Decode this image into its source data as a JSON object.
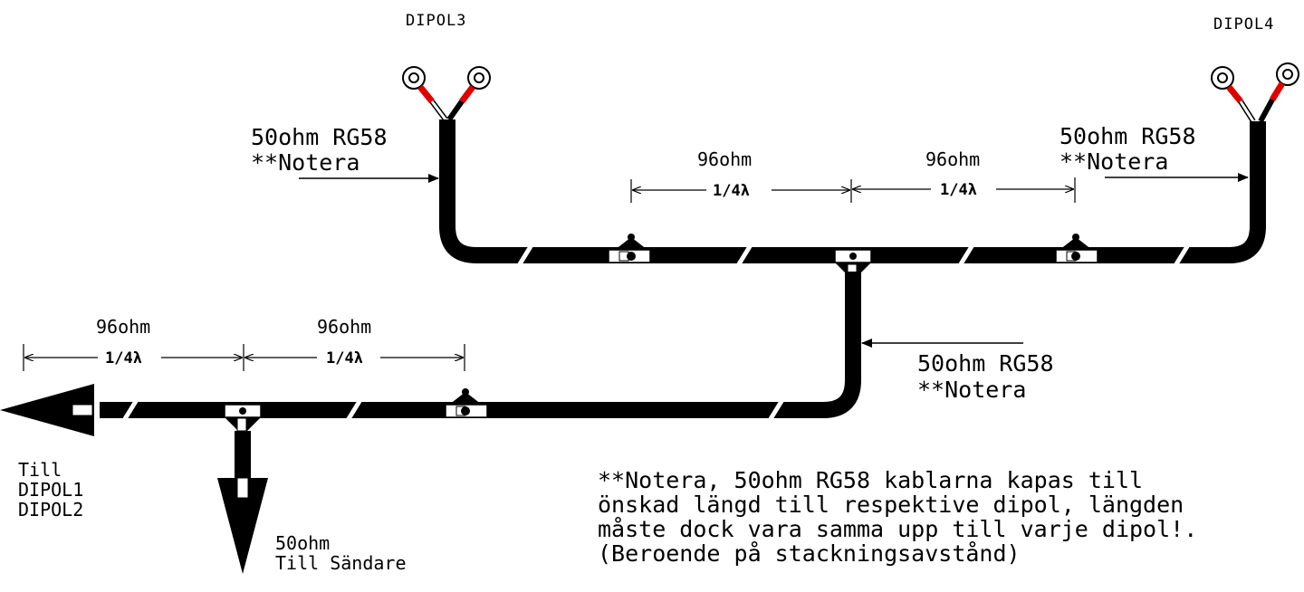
{
  "dipoles": {
    "top_left": "DIPOL3",
    "top_right": "DIPOL4"
  },
  "cable_labels": {
    "left": {
      "line1": "50ohm RG58",
      "line2": "**Notera"
    },
    "right": {
      "line1": "50ohm RG58",
      "line2": "**Notera"
    },
    "center": {
      "line1": "50ohm RG58",
      "line2": "**Notera"
    }
  },
  "sections": {
    "upper_left": {
      "impedance": "96ohm",
      "length": "1/4λ"
    },
    "upper_right": {
      "impedance": "96ohm",
      "length": "1/4λ"
    },
    "lower_left": {
      "impedance": "96ohm",
      "length": "1/4λ"
    },
    "lower_right": {
      "impedance": "96ohm",
      "length": "1/4λ"
    }
  },
  "outputs": {
    "left": {
      "line1": "Till",
      "line2": "DIPOL1",
      "line3": "DIPOL2"
    },
    "bottom": {
      "line1": "50ohm",
      "line2": "Till Sändare"
    }
  },
  "note": {
    "line1": "**Notera, 50ohm RG58 kablarna kapas till",
    "line2": "önskad längd till respektive dipol, längden",
    "line3": "måste dock vara samma upp till varje dipol!.",
    "line4": "(Beroende på stackningsavstånd)"
  },
  "colors": {
    "cable": "#000000",
    "terminal_red": "#e00000",
    "background": "#ffffff"
  }
}
